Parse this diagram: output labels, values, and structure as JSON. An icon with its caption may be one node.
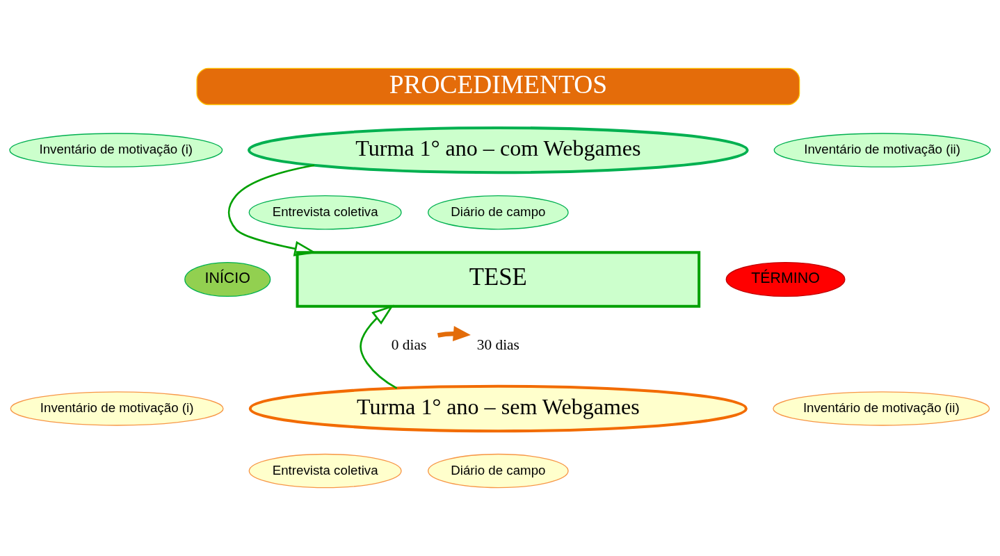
{
  "diagram": {
    "nodes": [
      {
        "text": [
          "PROCEDIMENTOS"
        ]
      },
      {
        "text": [
          "Inventário de motivação (i)"
        ]
      },
      {
        "text": [
          "Turma 1° ano – com Webgames"
        ]
      },
      {
        "text": [
          "Inventário de motivação (ii)"
        ]
      },
      {
        "text": [
          "Entrevista coletiva"
        ]
      },
      {
        "text": [
          "Diário de campo"
        ]
      },
      {
        "text": [
          "INÍCIO"
        ]
      },
      {
        "text": [
          "TESE"
        ]
      },
      {
        "text": [
          "TÉRMINO"
        ]
      },
      {
        "text": [
          "0 dias"
        ]
      },
      {
        "text": [
          "30 dias"
        ]
      },
      {
        "text": [
          "Inventário de motivação (i)"
        ]
      },
      {
        "text": [
          "Turma 1° ano – sem Webgames"
        ]
      },
      {
        "text": [
          "Inventário de motivação (ii)"
        ]
      },
      {
        "text": [
          "Entrevista coletiva"
        ]
      },
      {
        "text": [
          "Diário de campo"
        ]
      }
    ],
    "edges": [
      {
        "from": 2,
        "to": 7,
        "arrow": "to",
        "color": "#00a000"
      },
      {
        "from": 12,
        "to": 7,
        "arrow": "to",
        "color": "#00a000"
      },
      {
        "from": 9,
        "to": 10,
        "arrow": "to",
        "style": "thick",
        "color": "#e36c09"
      }
    ]
  }
}
